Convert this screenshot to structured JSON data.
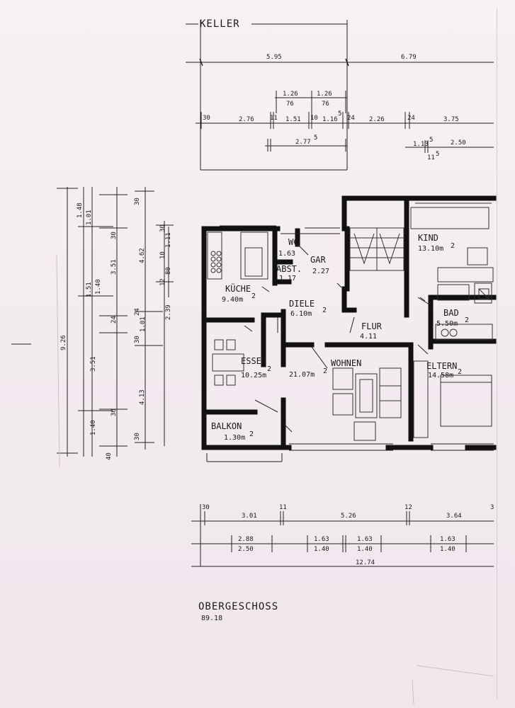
{
  "title_top": "KELLER",
  "floor_title": "OBERGESCHOSS",
  "floor_total": "89.18",
  "rooms": {
    "kind": {
      "name": "KIND",
      "area": "13.10m",
      "sup": "2"
    },
    "wc": {
      "name": "WC",
      "area": "1.63"
    },
    "gar": {
      "name": "GAR",
      "area": "2.27"
    },
    "abst": {
      "name": "ABST.",
      "area": "1.17"
    },
    "kueche": {
      "name": "KÜCHE",
      "area": "9.40m",
      "sup": "2"
    },
    "diele": {
      "name": "DIELE",
      "area": "6.10m",
      "sup": "2"
    },
    "bad": {
      "name": "BAD",
      "area": "5.50m",
      "sup": "2"
    },
    "flur": {
      "name": "FLUR",
      "area": "4.11"
    },
    "essen": {
      "name": "ESSEN",
      "area": "10.25m",
      "sup": "2"
    },
    "wohnen": {
      "name": "WOHNEN",
      "area": "21.07m",
      "sup": "2"
    },
    "eltern": {
      "name": "ELTERN",
      "area": "14.58m",
      "sup": "2"
    },
    "balkon": {
      "name": "BALKON",
      "area": "1.30m",
      "sup": "2"
    }
  },
  "keller_dims": {
    "row1": [
      "5.95",
      "6.79"
    ],
    "row2_top": [
      "1.26",
      "1.26"
    ],
    "row2_sub": [
      "76",
      "76"
    ],
    "row3": [
      "30",
      "2.76",
      "11",
      "1.51",
      "10",
      "1.16",
      "5",
      "24",
      "2.26",
      "24",
      "3.75"
    ],
    "row4": [
      "2.77",
      "5",
      "1.13",
      "5",
      "2.50",
      "11",
      "5"
    ]
  },
  "left_dims": {
    "outer": "9.26",
    "col1": [
      "1.48",
      "1.51",
      "3.51",
      "1.40",
      "40"
    ],
    "col2": [
      "1.01",
      "1.40",
      "3.51"
    ],
    "col3": [
      "30",
      "30",
      "24",
      "24",
      "30",
      "30"
    ],
    "col4": [
      "1.01",
      "1.01"
    ],
    "col5": [
      "30",
      "4.62",
      "2.39",
      "4.13",
      "30"
    ],
    "col6": [
      "1.11",
      "10",
      "80",
      "12"
    ]
  },
  "bottom_dims": {
    "row1": [
      "30",
      "3.01",
      "11",
      "5.26",
      "12",
      "3.64",
      "3"
    ],
    "row2_top": [
      "2.88",
      "1.63",
      "1.63",
      "1.63"
    ],
    "row2_bot": [
      "2.50",
      "1.40",
      "1.40",
      "1.40"
    ],
    "total": "12.74"
  },
  "colors": {
    "paper": "#f4eef2",
    "ink": "#1a1a1a"
  }
}
